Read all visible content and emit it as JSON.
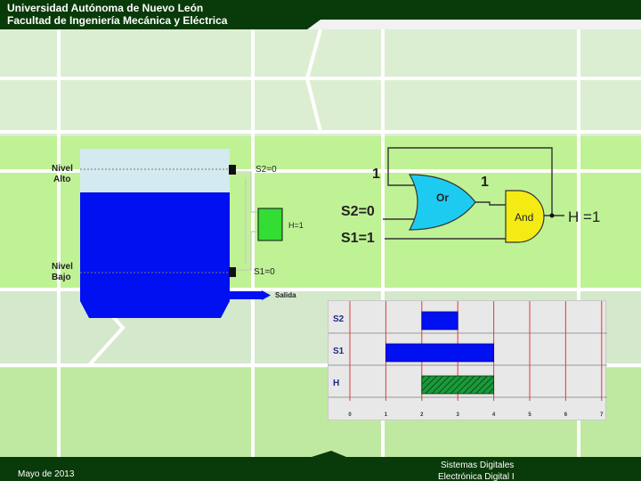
{
  "header": {
    "line1": "Universidad Autónoma de Nuevo León",
    "line2": "Facultad de Ingeniería Mecánica y Eléctrica"
  },
  "footer": {
    "date": "Mayo de 2013",
    "course_line1": "Sistemas Digitales",
    "course_line2": "Electrónica Digital I"
  },
  "tank": {
    "nivel_alto": [
      "Nivel",
      "Alto"
    ],
    "nivel_bajo": [
      "Nivel",
      "Bajo"
    ],
    "s2_label": "S2=0",
    "s1_label": "S1=0",
    "h_label": "H=1",
    "salida_label": "Salida"
  },
  "logic": {
    "feedback_value": "1",
    "or_label": "Or",
    "or_out_value": "1",
    "s2_input": "S2=0",
    "s1_input": "S1=1",
    "and_label": "And",
    "output": "H =1"
  },
  "timing": {
    "rows": [
      "S2",
      "S1",
      "H"
    ],
    "ticks": [
      "0",
      "1",
      "2",
      "3",
      "4",
      "5",
      "6",
      "7"
    ],
    "pulses": [
      {
        "signal": "S2",
        "start": 2,
        "end": 3
      },
      {
        "signal": "S1",
        "start": 1,
        "end": 4
      },
      {
        "signal": "H",
        "start": 2,
        "end": 4
      }
    ]
  },
  "colors": {
    "header_green": "#093a09",
    "bg_light_green": "#b9f08f",
    "water_blue": "#0010f0",
    "gate_or": "#1ecbf0",
    "gate_and": "#f4ea14",
    "indicator_green": "#33dd33",
    "timing_red": "#e03a3a"
  }
}
